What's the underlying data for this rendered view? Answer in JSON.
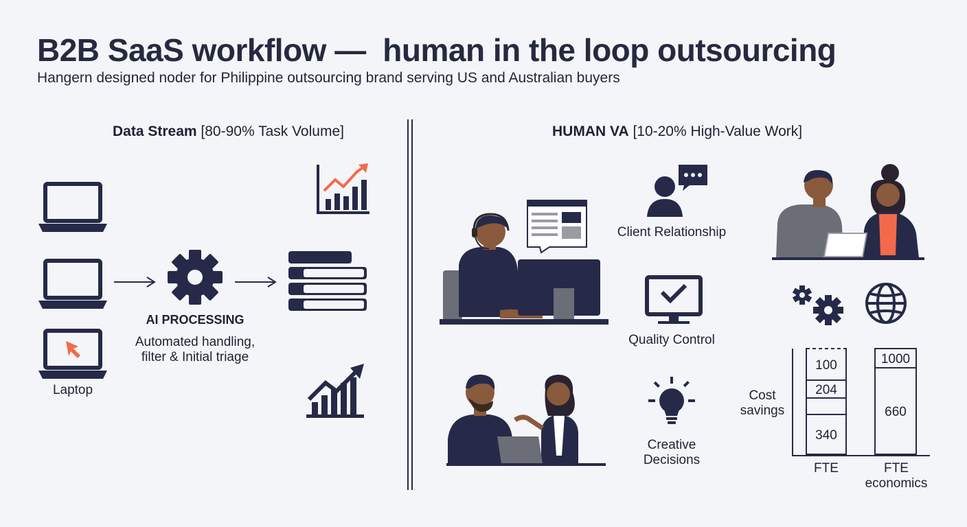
{
  "header": {
    "title": "B2B SaaS workflow —  human in the loop outsourcing",
    "subtitle": "Hangern designed noder for Philippine outsourcing brand serving US and Australian buyers"
  },
  "left_panel": {
    "heading_bold": "Data Stream",
    "heading_rest": " [80-90% Task Volume]",
    "device_label": "Laptop",
    "process_title": "AI PROCESSING",
    "process_line1": "Automated handling,",
    "process_line2": "filter & Initial triage"
  },
  "right_panel": {
    "heading_bold": "HUMAN VA",
    "heading_rest": " [10-20% High-Value Work]",
    "roles": [
      {
        "label": "Client Relationship",
        "icon": "person-chat-icon"
      },
      {
        "label": "Quality Control",
        "icon": "monitor-check-icon"
      },
      {
        "label_line1": "Creative",
        "label_line2": "Decisions",
        "icon": "lightbulb-icon"
      }
    ]
  },
  "chart_data": {
    "type": "bar",
    "categories": [
      "FTE",
      "FTE\neconomics"
    ],
    "category_line1": [
      "FTE",
      "FTE"
    ],
    "category_line2": [
      "",
      "economics"
    ],
    "ylabel_line1": "Cost",
    "ylabel_line2": "savings",
    "segments": [
      {
        "category": "FTE",
        "values": [
          340,
          204,
          100
        ],
        "labels": [
          "340",
          "204",
          "100"
        ],
        "top_dashed": true
      },
      {
        "category": "FTE economics",
        "values": [
          660,
          1000
        ],
        "labels": [
          "660",
          "1000"
        ]
      }
    ]
  },
  "colors": {
    "navy": "#262a48",
    "accent_orange": "#f26a4b",
    "background": "#f4f5f8",
    "skin": "#8a5a3c"
  }
}
